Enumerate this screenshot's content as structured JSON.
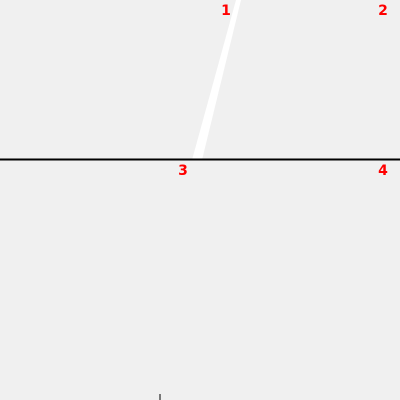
{
  "colors": {
    "background": "#f0f0f0",
    "line": "#000000",
    "wedge": "#ffffff",
    "marker": "#ff0000"
  },
  "markers": [
    {
      "label": "1"
    },
    {
      "label": "2"
    },
    {
      "label": "3"
    },
    {
      "label": "4"
    }
  ]
}
